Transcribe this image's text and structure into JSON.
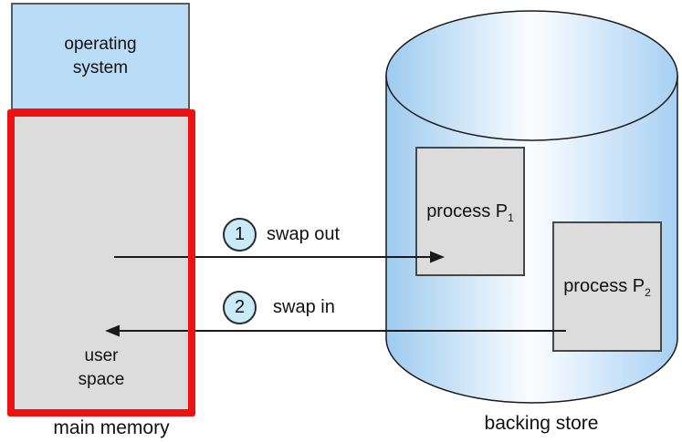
{
  "main_memory": {
    "os_label_line1": "operating",
    "os_label_line2": "system",
    "user_label_line1": "user",
    "user_label_line2": "space",
    "caption": "main memory"
  },
  "backing_store": {
    "caption": "backing store",
    "processes": [
      {
        "name": "process P",
        "sub": "1"
      },
      {
        "name": "process P",
        "sub": "2"
      }
    ]
  },
  "arrows": [
    {
      "number": "1",
      "label": "swap out"
    },
    {
      "number": "2",
      "label": "swap in"
    }
  ],
  "colors": {
    "os_box_fill": "#b9ddf7",
    "memory_fill": "#dcdcdc",
    "memory_border": "#ee1111",
    "process_fill": "#dcdcdc",
    "badge_fill": "#c9ebf8",
    "cylinder_edge_blue": "#9ecbee",
    "cylinder_highlight": "#fbfdff",
    "line_color": "#1a1a1a"
  }
}
